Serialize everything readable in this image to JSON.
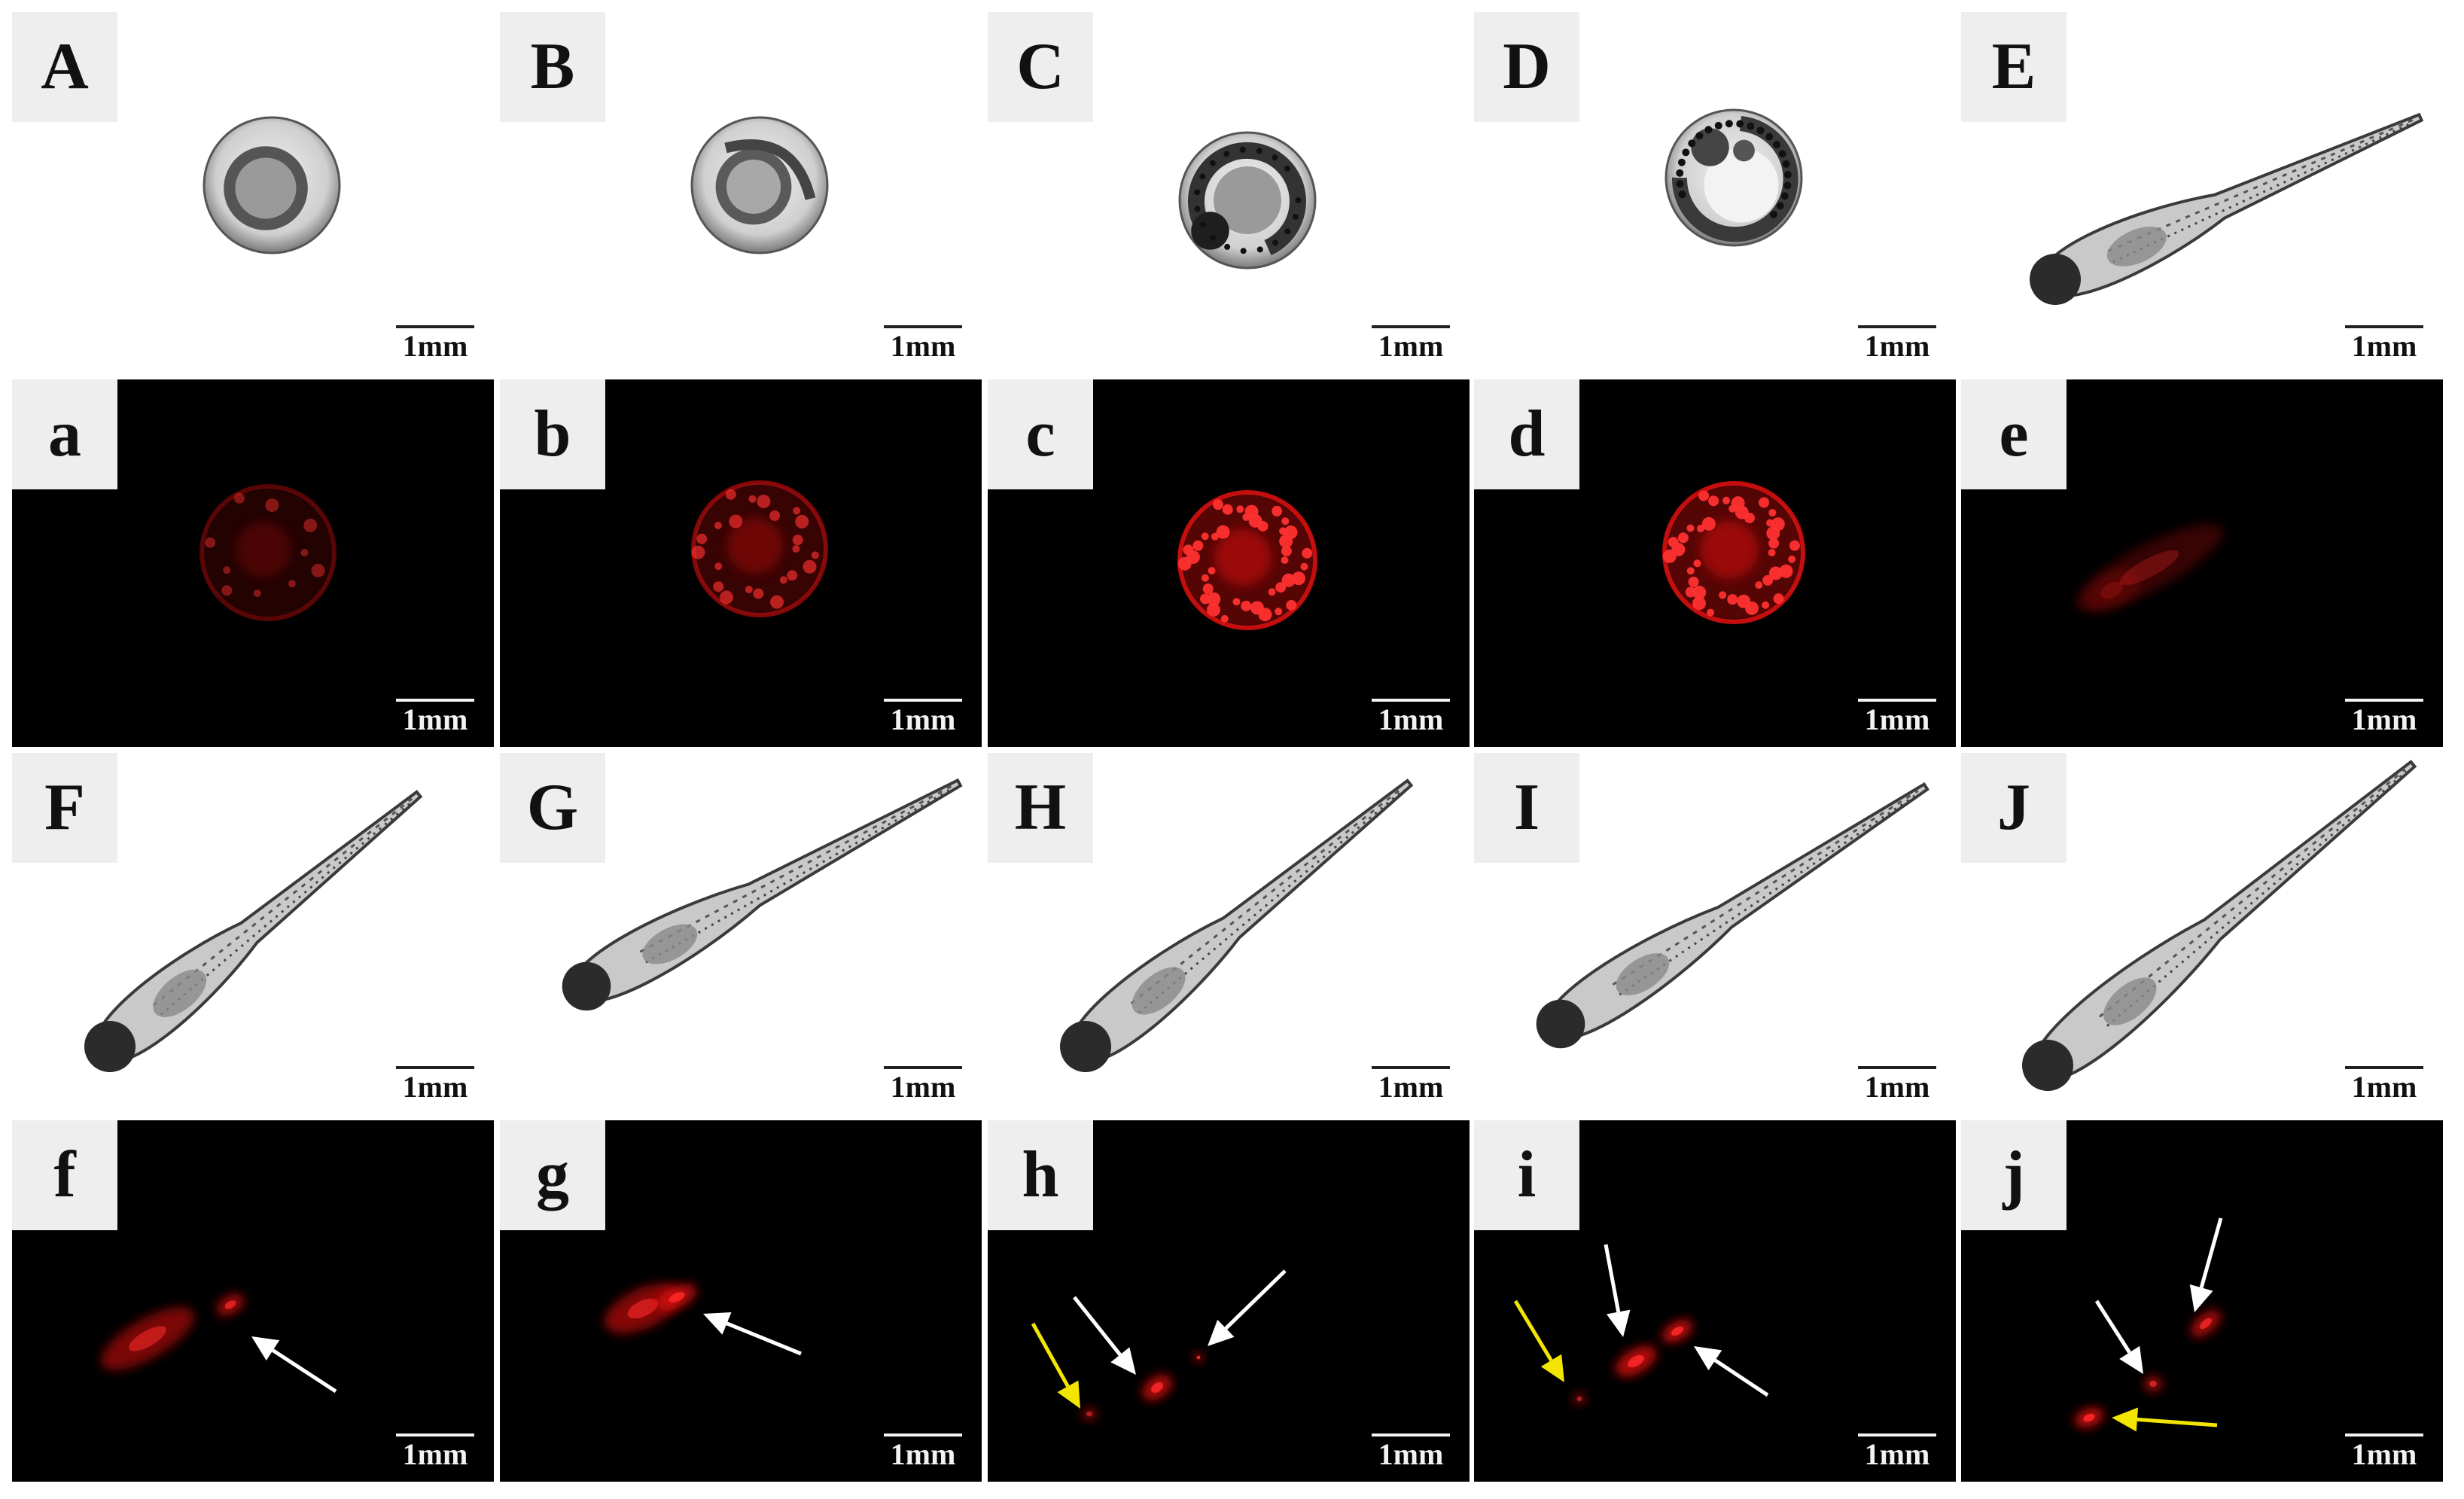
{
  "figure": {
    "rows": [
      {
        "row_type": "brightfield",
        "panels": [
          {
            "label": "A",
            "scale": "1mm",
            "subject": "embryo-ring"
          },
          {
            "label": "B",
            "scale": "1mm",
            "subject": "embryo-tail"
          },
          {
            "label": "C",
            "scale": "1mm",
            "subject": "embryo-curled"
          },
          {
            "label": "D",
            "scale": "1mm",
            "subject": "embryo-hatching"
          },
          {
            "label": "E",
            "scale": "1mm",
            "subject": "larva"
          }
        ]
      },
      {
        "row_type": "fluorescence",
        "panels": [
          {
            "label": "a",
            "scale": "1mm",
            "subject": "red-embryo-faint"
          },
          {
            "label": "b",
            "scale": "1mm",
            "subject": "red-embryo"
          },
          {
            "label": "c",
            "scale": "1mm",
            "subject": "red-embryo-bright"
          },
          {
            "label": "d",
            "scale": "1mm",
            "subject": "red-embryo-bright"
          },
          {
            "label": "e",
            "scale": "1mm",
            "subject": "red-larva-faint"
          }
        ]
      },
      {
        "row_type": "brightfield",
        "panels": [
          {
            "label": "F",
            "scale": "1mm",
            "subject": "larva"
          },
          {
            "label": "G",
            "scale": "1mm",
            "subject": "larva"
          },
          {
            "label": "H",
            "scale": "1mm",
            "subject": "larva"
          },
          {
            "label": "I",
            "scale": "1mm",
            "subject": "larva"
          },
          {
            "label": "J",
            "scale": "1mm",
            "subject": "larva"
          }
        ]
      },
      {
        "row_type": "fluorescence",
        "panels": [
          {
            "label": "f",
            "scale": "1mm",
            "subject": "red-spots",
            "arrows": [
              "white"
            ]
          },
          {
            "label": "g",
            "scale": "1mm",
            "subject": "red-spots",
            "arrows": [
              "white"
            ]
          },
          {
            "label": "h",
            "scale": "1mm",
            "subject": "red-spots",
            "arrows": [
              "yellow",
              "white",
              "white"
            ]
          },
          {
            "label": "i",
            "scale": "1mm",
            "subject": "red-spots",
            "arrows": [
              "yellow",
              "white",
              "white"
            ]
          },
          {
            "label": "j",
            "scale": "1mm",
            "subject": "red-spots",
            "arrows": [
              "white",
              "white",
              "yellow"
            ]
          }
        ]
      }
    ],
    "colors": {
      "brightfield_bg": "#ffffff",
      "fluorescence_bg": "#000000",
      "fluorescence_signal": "#e01010",
      "arrow_white": "#ffffff",
      "arrow_yellow": "#f2e600"
    }
  }
}
